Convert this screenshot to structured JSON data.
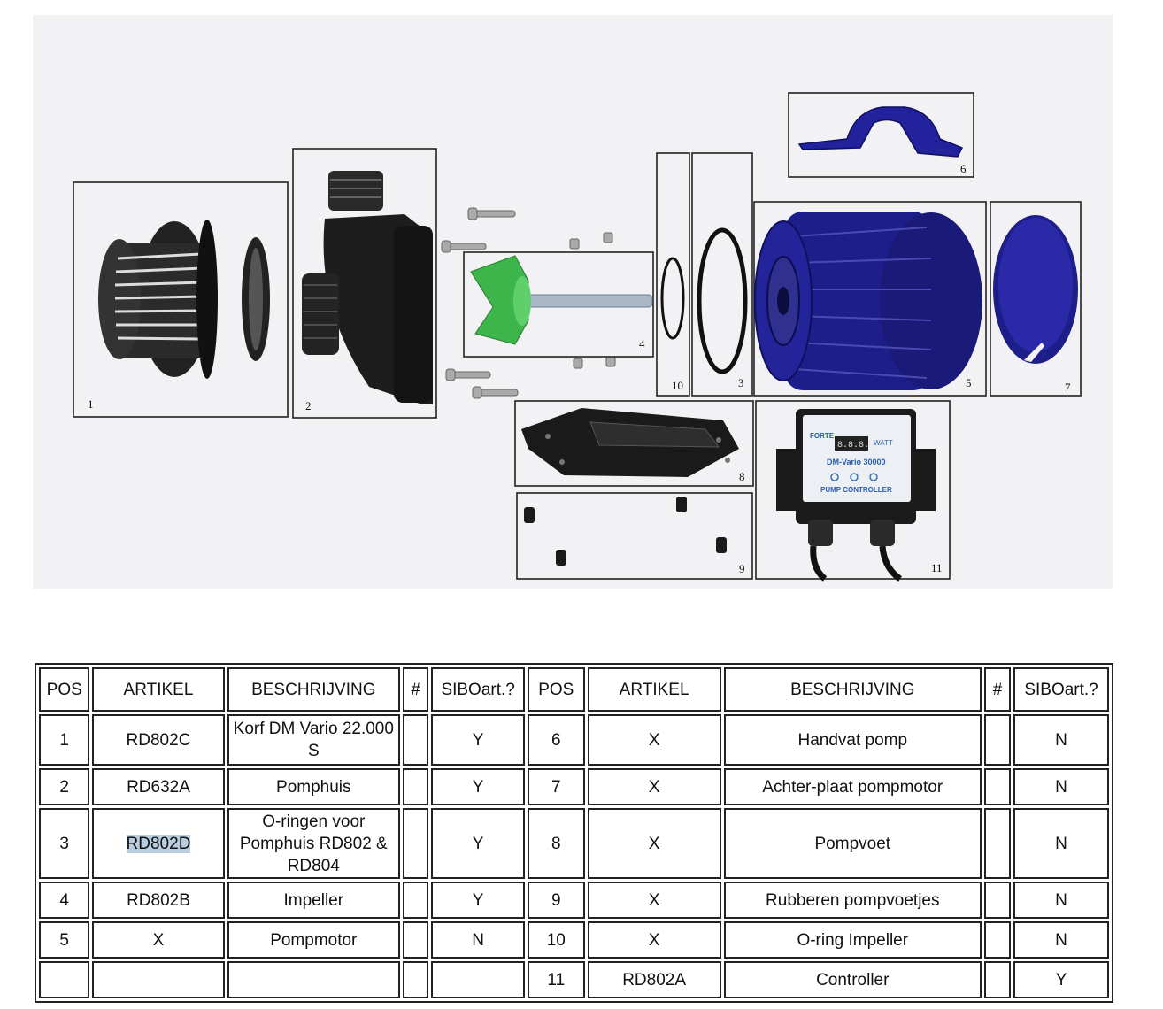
{
  "diagram": {
    "part_labels": [
      "1",
      "2",
      "3",
      "4",
      "5",
      "6",
      "7",
      "8",
      "9",
      "10",
      "11"
    ],
    "controller_panel": {
      "brand": "FORTE",
      "display": "8.8.8.8",
      "unit": "WATT",
      "model": "DM-Vario 30000",
      "caption": "PUMP CONTROLLER"
    },
    "colors": {
      "motor": "#1e1e8a",
      "impeller": "#3db54a",
      "pump_body": "#1a1a1a",
      "background": "#f2f2f4"
    }
  },
  "table": {
    "headers": [
      "POS",
      "ARTIKEL",
      "BESCHRIJVING",
      "#",
      "SIBOart.?",
      "POS",
      "ARTIKEL",
      "BESCHRIJVING",
      "#",
      "SIBOart.?"
    ],
    "rows": [
      [
        "1",
        "RD802C",
        "Korf DM Vario 22.000 S",
        "",
        "Y",
        "6",
        "X",
        "Handvat pomp",
        "",
        "N"
      ],
      [
        "2",
        "RD632A",
        "Pomphuis",
        "",
        "Y",
        "7",
        "X",
        "Achter-plaat pompmotor",
        "",
        "N"
      ],
      [
        "3",
        "RD802D",
        "O-ringen voor Pomphuis RD802 & RD804",
        "",
        "Y",
        "8",
        "X",
        "Pompvoet",
        "",
        "N"
      ],
      [
        "4",
        "RD802B",
        "Impeller",
        "",
        "Y",
        "9",
        "X",
        "Rubberen pompvoetjes",
        "",
        "N"
      ],
      [
        "5",
        "X",
        "Pompmotor",
        "",
        "N",
        "10",
        "X",
        "O-ring Impeller",
        "",
        "N"
      ],
      [
        "",
        "",
        "",
        "",
        "",
        "11",
        "RD802A",
        "Controller",
        "",
        "Y"
      ]
    ],
    "highlighted_cell": "RD802D"
  }
}
